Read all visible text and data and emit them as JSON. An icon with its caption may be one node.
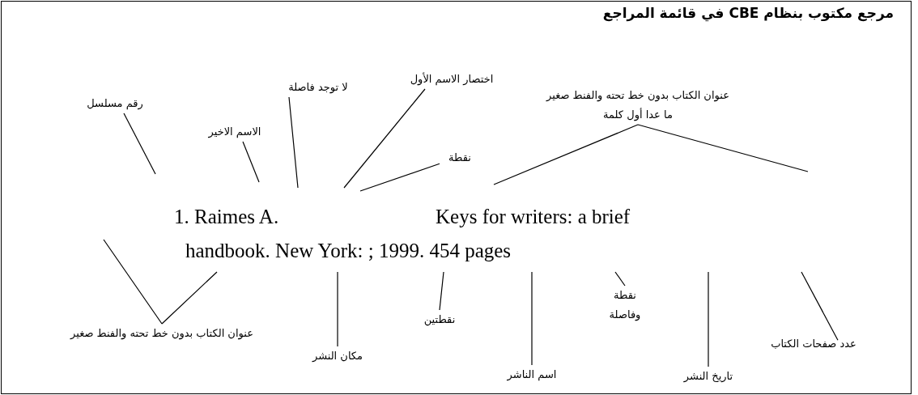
{
  "diagram": {
    "title": "مرجع مكتوب بنظام CBE في قائمة المراجع",
    "nodes": [
      {
        "text": [
          "رقم مسلسل"
        ]
      },
      {
        "text": [
          "لا توجد فاصلة"
        ]
      },
      {
        "text": [
          "اختصار الاسم الأول"
        ]
      },
      {
        "text": [
          "عنوان الكتاب بدون خط تحته والفنط صغير ما عدا أول كلمة"
        ]
      },
      {
        "text": [
          "الاسم الاخير"
        ]
      },
      {
        "text": [
          "نقطة"
        ]
      },
      {
        "text": [
          "عنوان الكتاب بدون خط تحته والفنط صغير"
        ]
      },
      {
        "text": [
          "نقطتين"
        ]
      },
      {
        "text": [
          "نقطة وفاصلة"
        ]
      },
      {
        "text": [
          "مكان النشر"
        ]
      },
      {
        "text": [
          "عدد صفحات الكتاب"
        ]
      },
      {
        "text": [
          "اسم الناشر"
        ]
      },
      {
        "text": [
          "تاريخ النشر"
        ]
      }
    ],
    "edges": [
      {
        "from": 0,
        "to": null,
        "arrow": "none"
      },
      {
        "from": 1,
        "to": null,
        "arrow": "none"
      },
      {
        "from": 2,
        "to": null,
        "arrow": "none"
      },
      {
        "from": 3,
        "to": null,
        "arrow": "none"
      },
      {
        "from": 4,
        "to": null,
        "arrow": "none"
      },
      {
        "from": 5,
        "to": null,
        "arrow": "none"
      },
      {
        "from": 6,
        "to": null,
        "arrow": "none"
      },
      {
        "from": 7,
        "to": null,
        "arrow": "none"
      },
      {
        "from": 8,
        "to": null,
        "arrow": "none"
      },
      {
        "from": 9,
        "to": null,
        "arrow": "none"
      },
      {
        "from": 10,
        "to": null,
        "arrow": "none"
      },
      {
        "from": 11,
        "to": null,
        "arrow": "none"
      },
      {
        "from": 12,
        "to": null,
        "arrow": "none"
      }
    ],
    "labels": [
      "1. Raimes A.",
      "Keys for writers: a brief",
      "handbook. New York: ; 1999. 454 pages"
    ]
  }
}
